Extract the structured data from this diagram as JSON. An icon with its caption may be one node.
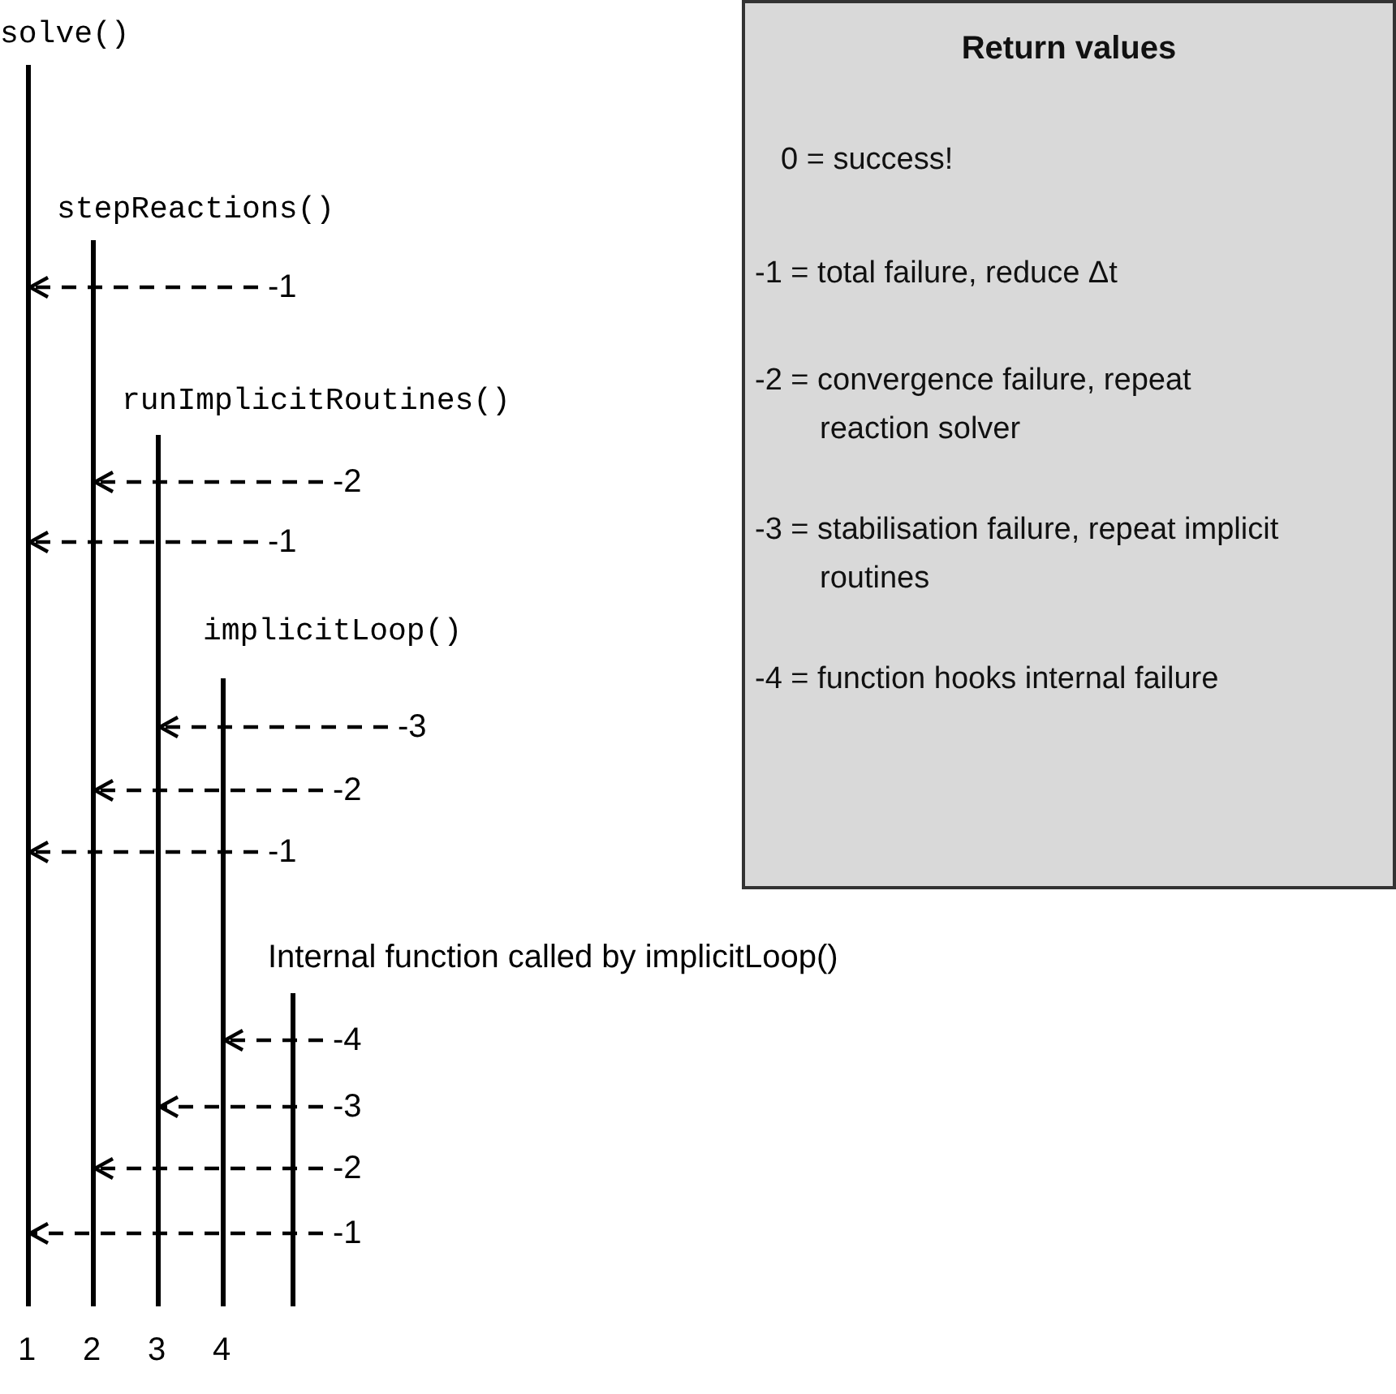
{
  "diagram": {
    "nodes": [
      {
        "text": [
          "solve()"
        ]
      },
      {
        "text": [
          "stepReactions()"
        ]
      },
      {
        "text": [
          "runImplicitRoutines()"
        ]
      },
      {
        "text": [
          "implicitLoop()"
        ]
      },
      {
        "text": [
          "Internal function called by implicitLoop()"
        ]
      },
      {
        "text": [
          "-1"
        ]
      },
      {
        "text": [
          "-2"
        ]
      },
      {
        "text": [
          "-1"
        ]
      },
      {
        "text": [
          "-3"
        ]
      },
      {
        "text": [
          "-2"
        ]
      },
      {
        "text": [
          "-1"
        ]
      },
      {
        "text": [
          "-4"
        ]
      },
      {
        "text": [
          "-3"
        ]
      },
      {
        "text": [
          "-2"
        ]
      },
      {
        "text": [
          "-1"
        ]
      },
      {
        "text": [
          "Return values",
          "0 = success!",
          "-1 = total failure, reduce Δt",
          "-2 = convergence failure, repeat reaction solver",
          "-3 = stabilisation failure, repeat implicit routines",
          "-4 = function hooks internal failure"
        ]
      }
    ],
    "edges": [
      {
        "from": 5,
        "to": 0,
        "arrow": "to",
        "style": "dashed"
      },
      {
        "from": 6,
        "to": 1,
        "arrow": "to",
        "style": "dashed"
      },
      {
        "from": 7,
        "to": 0,
        "arrow": "to",
        "style": "dashed"
      },
      {
        "from": 8,
        "to": 2,
        "arrow": "to",
        "style": "dashed"
      },
      {
        "from": 9,
        "to": 1,
        "arrow": "to",
        "style": "dashed"
      },
      {
        "from": 10,
        "to": 0,
        "arrow": "to",
        "style": "dashed"
      },
      {
        "from": 11,
        "to": 3,
        "arrow": "to",
        "style": "dashed"
      },
      {
        "from": 12,
        "to": 2,
        "arrow": "to",
        "style": "dashed"
      },
      {
        "from": 13,
        "to": 1,
        "arrow": "to",
        "style": "dashed"
      },
      {
        "from": 14,
        "to": 0,
        "arrow": "to",
        "style": "dashed"
      }
    ],
    "labels": [
      "1",
      "2",
      "3",
      "4"
    ]
  }
}
